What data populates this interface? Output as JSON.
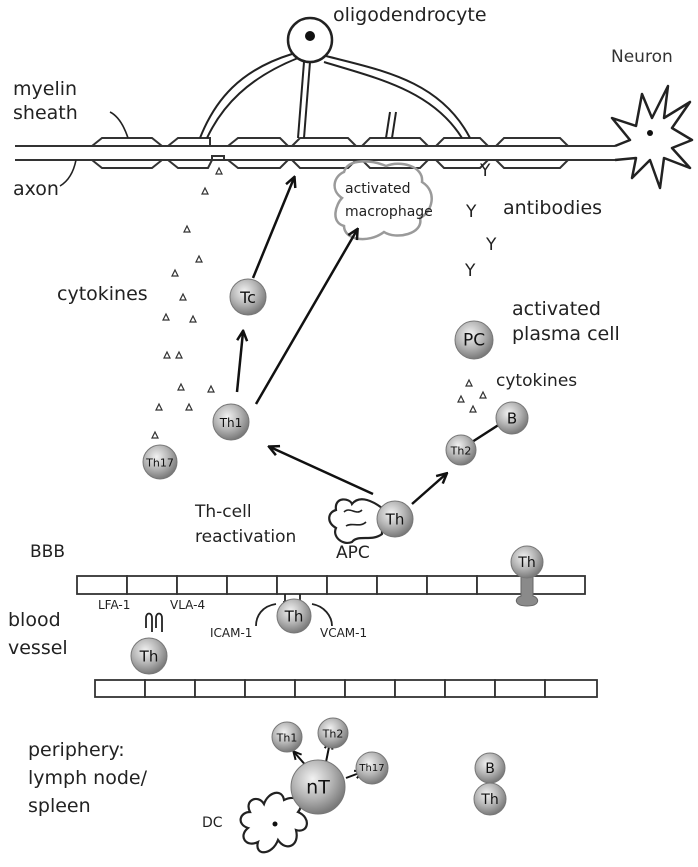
{
  "labels": {
    "oligodendrocyte": "oligodendrocyte",
    "neuron": "Neuron",
    "myelin_sheath_line1": "myelin",
    "myelin_sheath_line2": "sheath",
    "axon": "axon",
    "activated_macrophage_line1": "activated",
    "activated_macrophage_line2": "macrophage",
    "antibodies": "antibodies",
    "cytokines_left": "cytokines",
    "activated_plasma_cell_line1": "activated",
    "activated_plasma_cell_line2": "plasma cell",
    "cytokines_right": "cytokines",
    "th_cell_reactivation_line1": "Th-cell",
    "th_cell_reactivation_line2": "reactivation",
    "apc": "APC",
    "bbb": "BBB",
    "lfa1": "LFA-1",
    "vla4": "VLA-4",
    "icam1": "ICAM-1",
    "vcam1": "VCAM-1",
    "blood_vessel_line1": "blood",
    "blood_vessel_line2": "vessel",
    "periphery_line1": "periphery:",
    "periphery_line2": "lymph node/",
    "periphery_line3": "spleen",
    "dc": "DC"
  },
  "cells": {
    "tc": "Tc",
    "pc": "PC",
    "th1_cns": "Th1",
    "th17_cns": "Th17",
    "th2_cns": "Th2",
    "b_cns": "B",
    "th_apc": "Th",
    "th_bbb": "Th",
    "th_crossing": "Th",
    "th_vessel": "Th",
    "nt": "nT",
    "th1_periph": "Th1",
    "th2_periph": "Th2",
    "th17_periph": "Th17",
    "b_periph": "B",
    "th_periph": "Th"
  },
  "antibody_glyph": "Y"
}
